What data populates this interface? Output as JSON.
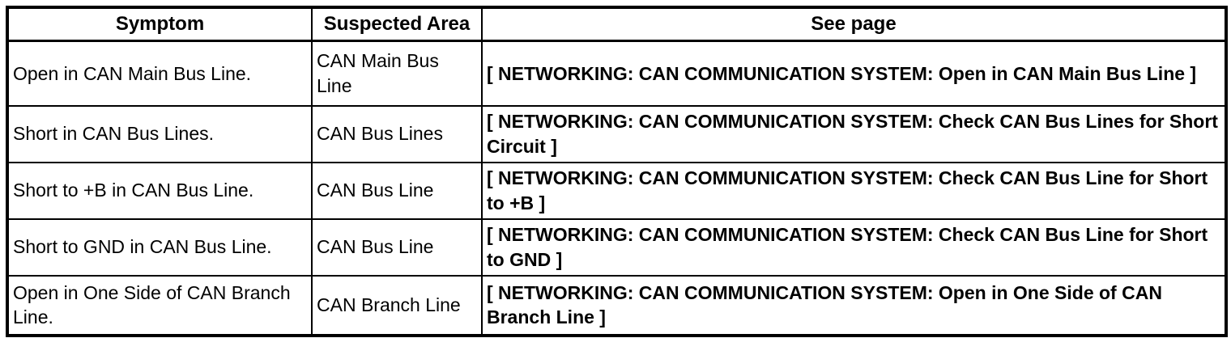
{
  "colors": {
    "border": "#000000",
    "text": "#000000",
    "background": "#ffffff"
  },
  "table": {
    "headers": {
      "symptom": "Symptom",
      "suspected_area": "Suspected Area",
      "see_page": "See page"
    },
    "rows": [
      {
        "symptom": "Open in CAN Main Bus Line.",
        "suspected_area": "CAN Main Bus Line",
        "see_page": "[ NETWORKING: CAN COMMUNICATION SYSTEM: Open in CAN Main Bus Line ]"
      },
      {
        "symptom": "Short in CAN Bus Lines.",
        "suspected_area": "CAN Bus Lines",
        "see_page": "[ NETWORKING: CAN COMMUNICATION SYSTEM: Check CAN Bus Lines for Short Circuit ]"
      },
      {
        "symptom": "Short to +B in CAN Bus Line.",
        "suspected_area": "CAN Bus Line",
        "see_page": "[ NETWORKING: CAN COMMUNICATION SYSTEM: Check CAN Bus Line for Short to +B ]"
      },
      {
        "symptom": "Short to GND in CAN Bus Line.",
        "suspected_area": "CAN Bus Line",
        "see_page": "[ NETWORKING: CAN COMMUNICATION SYSTEM: Check CAN Bus Line for Short to GND ]"
      },
      {
        "symptom": "Open in One Side of CAN Branch Line.",
        "suspected_area": "CAN Branch Line",
        "see_page": "[ NETWORKING: CAN COMMUNICATION SYSTEM: Open in One Side of CAN Branch Line ]"
      }
    ]
  }
}
